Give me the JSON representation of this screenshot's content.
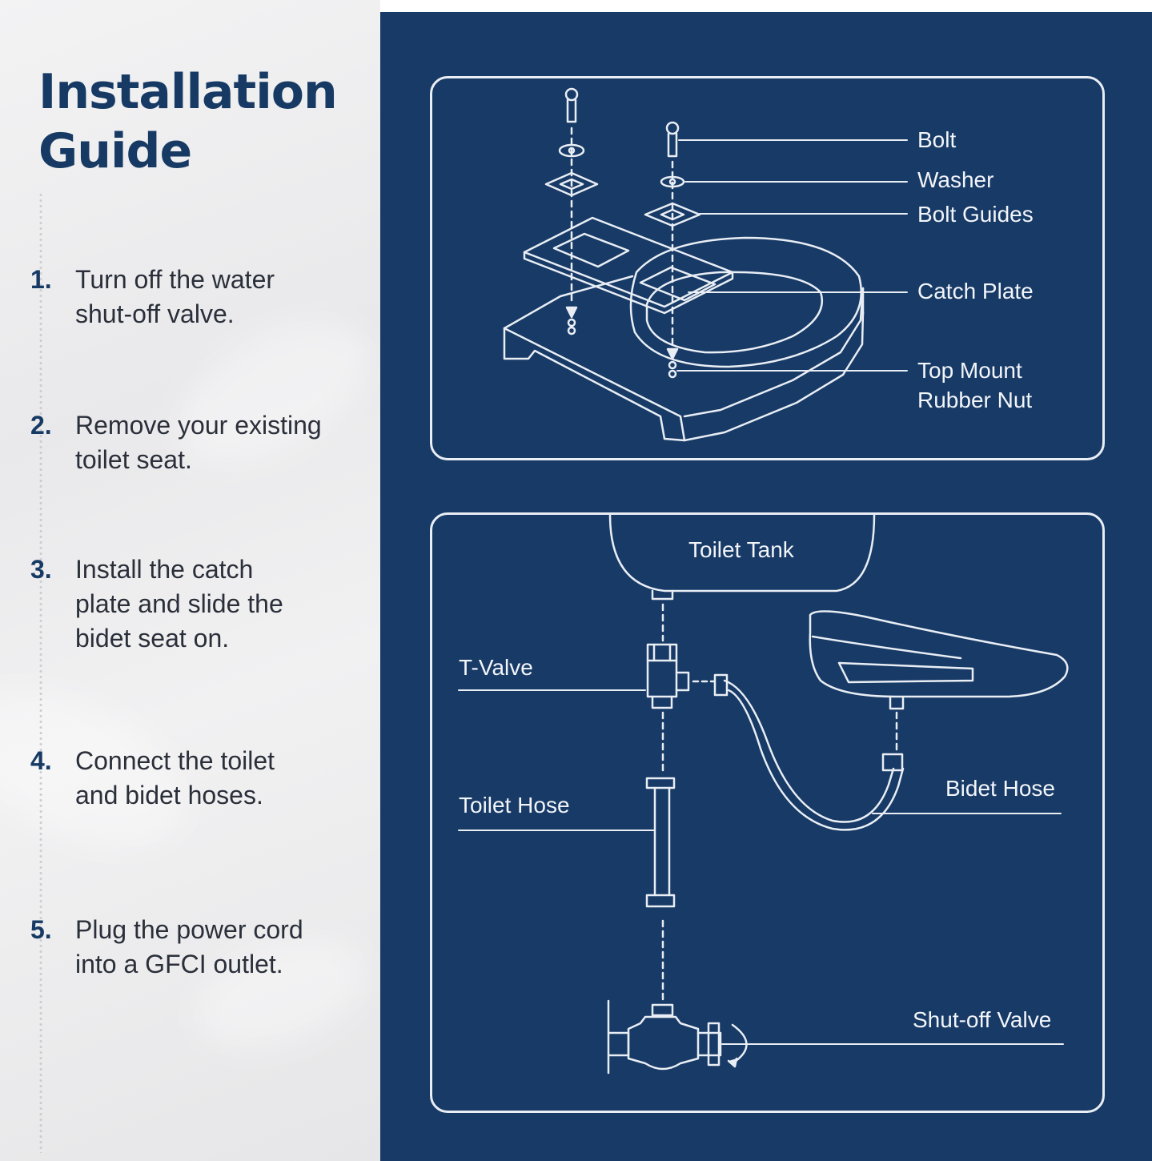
{
  "title": {
    "line1": "Installation",
    "line2": "Guide"
  },
  "steps": [
    {
      "number": "1.",
      "text": "Turn off the water shut-off valve."
    },
    {
      "number": "2.",
      "text": "Remove your existing toilet seat."
    },
    {
      "number": "3.",
      "text": "Install the catch plate and slide the bidet seat on."
    },
    {
      "number": "4.",
      "text": "Connect the toilet and bidet hoses."
    },
    {
      "number": "5.",
      "text": "Plug the power cord into a GFCI outlet."
    }
  ],
  "seat_diagram": {
    "labels": {
      "bolt": "Bolt",
      "washer": "Washer",
      "bolt_guides": "Bolt Guides",
      "catch_plate": "Catch Plate",
      "top_mount_line1": "Top Mount",
      "top_mount_line2": "Rubber Nut"
    }
  },
  "plumbing_diagram": {
    "labels": {
      "toilet_tank": "Toilet Tank",
      "t_valve": "T-Valve",
      "toilet_hose": "Toilet Hose",
      "bidet_hose": "Bidet Hose",
      "shutoff_valve": "Shut-off Valve"
    }
  },
  "colors": {
    "navy": "#183a66",
    "title": "#173a64",
    "line": "#e9eef5"
  }
}
